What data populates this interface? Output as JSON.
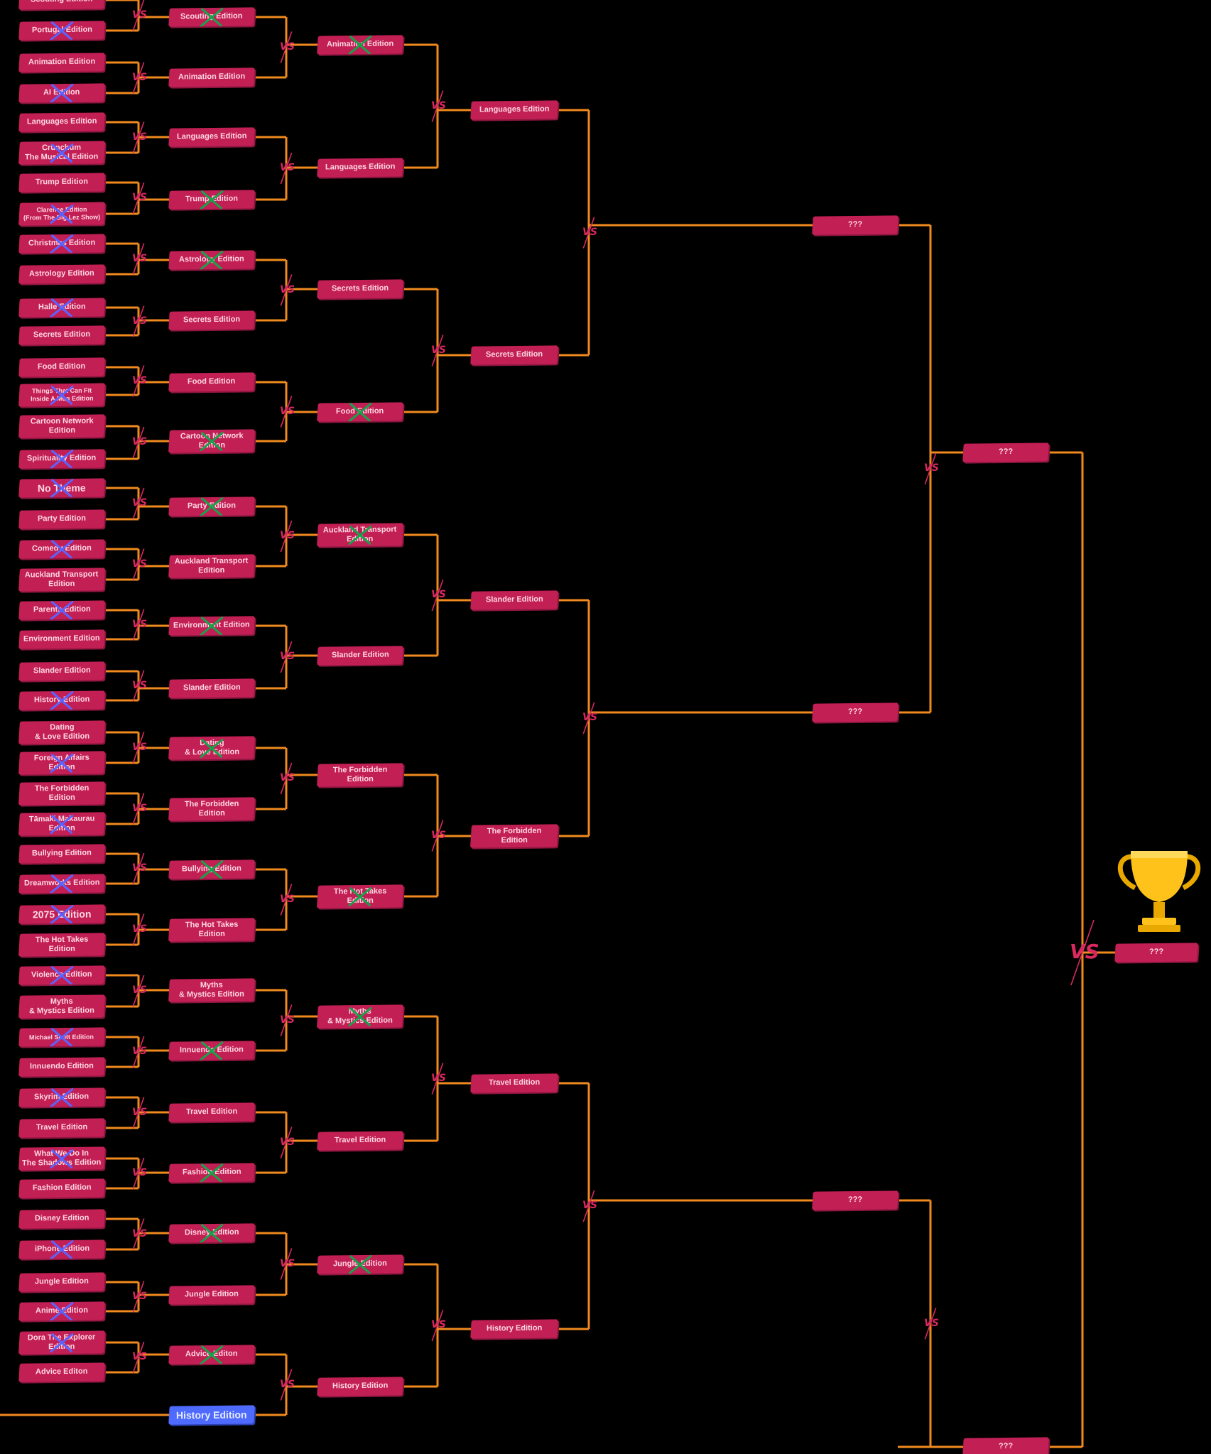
{
  "colors": {
    "background": "#000000",
    "bracket_line": "#f08a1e",
    "tag": "#c21f55",
    "tag_text": "#ffd7e3",
    "loser_mark_r1": "#5a64ff",
    "loser_mark_r2": "#17a34a",
    "highlight": "#4f6bff",
    "vs": "#d9295f"
  },
  "vs_label": "VS",
  "round1": [
    {
      "label": "Scouting Edition",
      "out": false
    },
    {
      "label": "Portugal Edition",
      "out": true
    },
    {
      "label": "Animation Edition",
      "out": false
    },
    {
      "label": "AI Edition",
      "out": true
    },
    {
      "label": "Languages Edition",
      "out": false
    },
    {
      "label": "Crunchum\nThe Musical Edition",
      "out": true
    },
    {
      "label": "Trump Edition",
      "out": false
    },
    {
      "label": "Clarence Edition\n(From The Big Lez Show)",
      "out": true
    },
    {
      "label": "Christmas Edition",
      "out": true
    },
    {
      "label": "Astrology Edition",
      "out": false
    },
    {
      "label": "Halle Edition",
      "out": true
    },
    {
      "label": "Secrets Edition",
      "out": false
    },
    {
      "label": "Food Edition",
      "out": false
    },
    {
      "label": "Things That Can Fit\nInside A Mug Edition",
      "out": true
    },
    {
      "label": "Cartoon Network\nEdition",
      "out": false
    },
    {
      "label": "Spirituality Edition",
      "out": true
    },
    {
      "label": "No Theme",
      "out": true
    },
    {
      "label": "Party Edition",
      "out": false
    },
    {
      "label": "Comedy Edition",
      "out": true
    },
    {
      "label": "Auckland Transport\nEdition",
      "out": false
    },
    {
      "label": "Parents Edition",
      "out": true
    },
    {
      "label": "Environment Edition",
      "out": false
    },
    {
      "label": "Slander Edition",
      "out": false
    },
    {
      "label": "History Edition",
      "out": true
    },
    {
      "label": "Dating\n& Love Edition",
      "out": false
    },
    {
      "label": "Foreign Affairs\nEdition",
      "out": true
    },
    {
      "label": "The Forbidden\nEdition",
      "out": false
    },
    {
      "label": "Tāmaki Makaurau\nEdition",
      "out": true
    },
    {
      "label": "Bullying Edition",
      "out": false
    },
    {
      "label": "Dreamworks Edition",
      "out": true
    },
    {
      "label": "2075 Edition",
      "out": true
    },
    {
      "label": "The Hot Takes\nEdition",
      "out": false
    },
    {
      "label": "Violence Edition",
      "out": true
    },
    {
      "label": "Myths\n& Mystics Edition",
      "out": false
    },
    {
      "label": "Michael Scott Edition",
      "out": true
    },
    {
      "label": "Innuendo Edition",
      "out": false
    },
    {
      "label": "Skyrim Edition",
      "out": true
    },
    {
      "label": "Travel Edition",
      "out": false
    },
    {
      "label": "What We Do In\nThe Shadows Edition",
      "out": true
    },
    {
      "label": "Fashion Edition",
      "out": false
    },
    {
      "label": "Disney Edition",
      "out": false
    },
    {
      "label": "iPhone Edition",
      "out": true
    },
    {
      "label": "Jungle Edition",
      "out": false
    },
    {
      "label": "Anime Edition",
      "out": true
    },
    {
      "label": "Dora The Explorer\nEdition",
      "out": true
    },
    {
      "label": "Advice Editon",
      "out": false
    }
  ],
  "round2": [
    {
      "label": "Scouting Edition",
      "out": true
    },
    {
      "label": "Animation Edition",
      "out": false
    },
    {
      "label": "Languages Edition",
      "out": false
    },
    {
      "label": "Trump Edition",
      "out": true
    },
    {
      "label": "Astrology Edition",
      "out": true
    },
    {
      "label": "Secrets Edition",
      "out": false
    },
    {
      "label": "Food Edition",
      "out": false
    },
    {
      "label": "Cartoon Network\nEdition",
      "out": true
    },
    {
      "label": "Party Edition",
      "out": true
    },
    {
      "label": "Auckland Transport\nEdition",
      "out": false
    },
    {
      "label": "Environment Edition",
      "out": true
    },
    {
      "label": "Slander Edition",
      "out": false
    },
    {
      "label": "Dating\n& Love Edition",
      "out": true
    },
    {
      "label": "The Forbidden\nEdition",
      "out": false
    },
    {
      "label": "Bullying Edition",
      "out": true
    },
    {
      "label": "The Hot Takes\nEdition",
      "out": false
    },
    {
      "label": "Myths\n& Mystics Edition",
      "out": false
    },
    {
      "label": "Innuendo Edition",
      "out": true
    },
    {
      "label": "Travel Edition",
      "out": false
    },
    {
      "label": "Fashion Edition",
      "out": true
    },
    {
      "label": "Disney Edition",
      "out": true
    },
    {
      "label": "Jungle Edition",
      "out": false
    },
    {
      "label": "Advice Editon",
      "out": true
    },
    {
      "label": "History Edition",
      "out": false,
      "highlight": true
    }
  ],
  "round3": [
    {
      "label": "Animation Edition",
      "out": true
    },
    {
      "label": "Languages Edition",
      "out": false
    },
    {
      "label": "Secrets Edition",
      "out": false
    },
    {
      "label": "Food Edition",
      "out": true
    },
    {
      "label": "Auckland Transport\nEdition",
      "out": true
    },
    {
      "label": "Slander Edition",
      "out": false
    },
    {
      "label": "The Forbidden\nEdition",
      "out": false
    },
    {
      "label": "The Hot Takes\nEdition",
      "out": true
    },
    {
      "label": "Myths\n& Mystics Edition",
      "out": true
    },
    {
      "label": "Travel Edition",
      "out": false
    },
    {
      "label": "Jungle Edition",
      "out": true
    },
    {
      "label": "History Edition",
      "out": false
    }
  ],
  "round4": [
    {
      "label": "Languages Edition"
    },
    {
      "label": "Secrets Edition"
    },
    {
      "label": "Slander Edition"
    },
    {
      "label": "The Forbidden\nEdition"
    },
    {
      "label": "Travel Edition"
    },
    {
      "label": "History Edition"
    }
  ],
  "round5": [
    {
      "label": "???"
    },
    {
      "label": "???"
    },
    {
      "label": "???"
    }
  ],
  "round6": [
    {
      "label": "???"
    },
    {
      "label": "???"
    }
  ],
  "final": {
    "label": "???",
    "trophy_icon": "trophy-icon"
  }
}
